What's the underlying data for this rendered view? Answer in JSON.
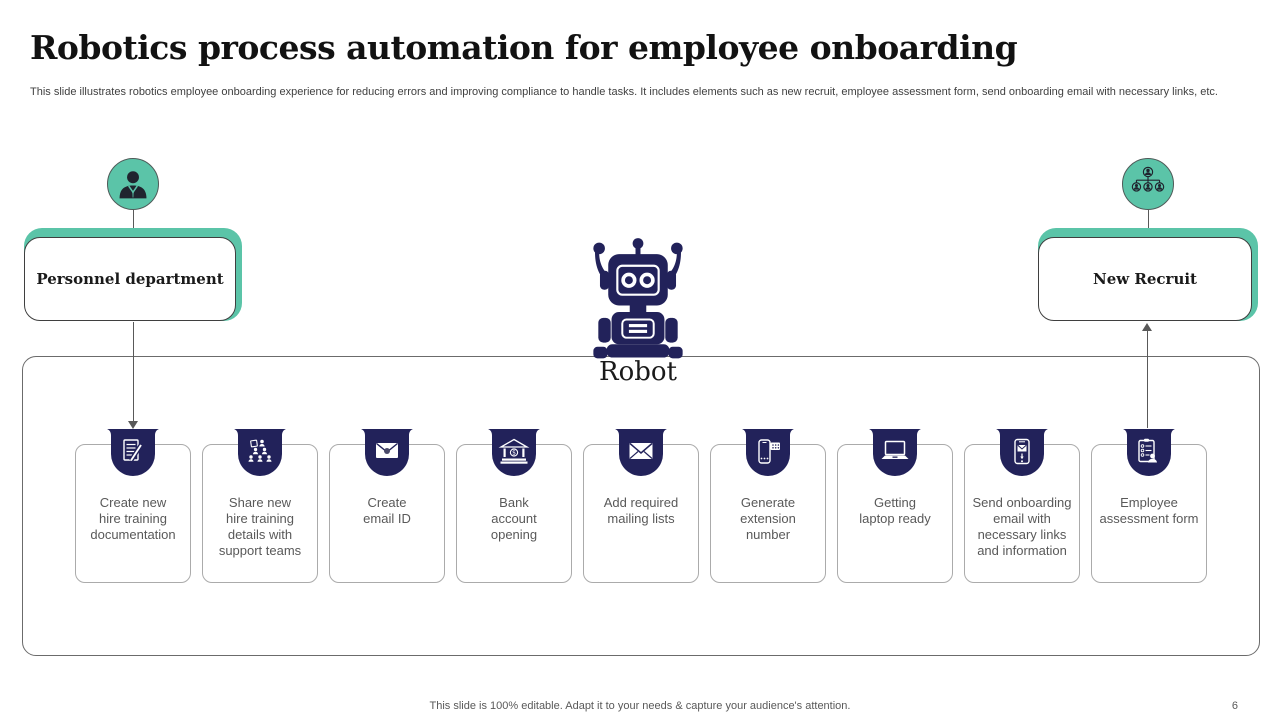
{
  "slide": {
    "title": "Robotics process automation for employee onboarding",
    "subtitle": "This slide illustrates robotics employee onboarding experience for reducing errors and improving compliance to handle tasks. It includes elements such as new recruit, employee assessment form, send onboarding email with necessary links, etc.",
    "footer": "This slide is 100% editable.  Adapt it to your needs & capture your audience's attention.",
    "page_number": "6"
  },
  "actors": {
    "left": {
      "label": "Personnel department",
      "icon": "businessman-icon"
    },
    "right": {
      "label": "New Recruit",
      "icon": "org-chart-icon"
    }
  },
  "robot": {
    "label": "Robot",
    "icon": "robot-icon"
  },
  "tasks": [
    {
      "label": "Create new\nhire training\ndocumentation",
      "icon": "document-pencil-icon"
    },
    {
      "label": "Share new\nhire training\ndetails with\nsupport teams",
      "icon": "team-presentation-icon"
    },
    {
      "label": "Create\nemail ID",
      "icon": "email-seal-icon"
    },
    {
      "label": "Bank\naccount\nopening",
      "icon": "bank-icon"
    },
    {
      "label": "Add required\nmailing lists",
      "icon": "envelope-icon"
    },
    {
      "label": "Generate\nextension\nnumber",
      "icon": "phone-extension-icon"
    },
    {
      "label": "Getting\nlaptop ready",
      "icon": "laptop-icon"
    },
    {
      "label": "Send onboarding\nemail with\nnecessary links\nand information",
      "icon": "mobile-email-icon"
    },
    {
      "label": "Employee\nassessment form",
      "icon": "assessment-clipboard-icon"
    }
  ],
  "colors": {
    "teal": "#5BC4A8",
    "navy": "#22225A",
    "line_gray": "#595959",
    "card_border": "#ABABAB",
    "text_gray": "#595959"
  }
}
